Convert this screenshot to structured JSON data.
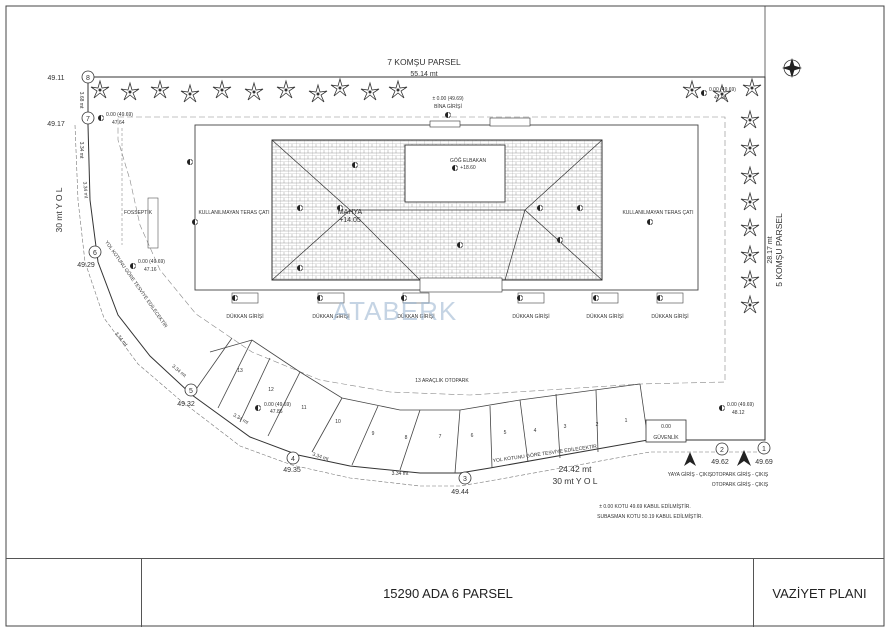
{
  "neighbors": {
    "north_label": "7 KOMŞU PARSEL",
    "north_length": "55.14 mt",
    "east_label": "5 KOMŞU PARSEL",
    "east_length": "28.17 mt"
  },
  "roads": {
    "west_label": "30 mt Y O L",
    "south_label": "30 mt Y O L",
    "south_length": "24.42 mt",
    "road_note_south": "YOL KOTUNU GÖRE TESVİYE EDİLECEKTİR",
    "road_note_west": "YOL KOTUNU GÖRE TESVİYE EDİLECEKTİR"
  },
  "corners": [
    {
      "id": "1",
      "elev": "49.69"
    },
    {
      "id": "2",
      "elev": "49.62"
    },
    {
      "id": "3",
      "elev": "49.44"
    },
    {
      "id": "4",
      "elev": "49.35"
    },
    {
      "id": "5",
      "elev": "49.32"
    },
    {
      "id": "6",
      "elev": "49.29"
    },
    {
      "id": "7",
      "elev": "49.17"
    },
    {
      "id": "8",
      "elev": "49.11"
    }
  ],
  "segment_lengths": {
    "s78": "3.68 mt",
    "s76_a": "3.34 mt",
    "s76_b": "3.34 mt",
    "s65": "3.34 mt",
    "s54": "3.34 mt",
    "s43_a": "3.34 mt",
    "s43_b": "3.34 mt",
    "s43_c": "3.34 mt"
  },
  "building": {
    "roof_label": "MAHYA",
    "roof_elev": "+14.05",
    "void_label": "GÖĞ ELBAKAN",
    "void_elev": "+18.60",
    "terrace_left": "KULLANILMAYAN TERAS ÇATI",
    "terrace_right": "KULLANILMAYAN TERAS ÇATI",
    "entrance_label": "BİNA GİRİŞİ",
    "entrance_elev": "± 0.00 (49.69)",
    "shop_label": "DÜKKAN GİRİŞİ",
    "septic_label": "FOSSEPTİK"
  },
  "levels": {
    "nw": "0.00 (49.69)",
    "nw_sub": "47.64",
    "ne": "0.00 (49.69)",
    "ne_sub": "47.96",
    "w": "0.00 (49.69)",
    "w_sub": "47.16",
    "sw": "0.00 (49.69)",
    "sw_sub": "47.86",
    "se": "0.00 (49.69)",
    "se_sub": "48.12"
  },
  "parking": {
    "numbers": [
      "1",
      "2",
      "3",
      "4",
      "5",
      "6",
      "7",
      "8",
      "9",
      "10",
      "11",
      "12",
      "13"
    ],
    "note": "13 ARAÇLIK OTOPARK",
    "guard": "GÜVENLİK",
    "guard_elev": "0.00",
    "pedestrian": "YAYA GİRİŞ - ÇIKIŞ",
    "car_entry": "OTOPARK GİRİŞ - ÇIKIŞ",
    "car_entry_sub": "OTOPARK GİRİŞ - ÇIKIŞ"
  },
  "notes": {
    "line1": "± 0.00 KOTU 49.69 KABUL EDİLMİŞTİR.",
    "line2": "SUBASMAN KOTU 50.19 KABUL EDİLMİŞTİR."
  },
  "watermark": "ATABERK",
  "title_block": {
    "project": "15290 ADA 6 PARSEL",
    "sheet": "VAZİYET PLANI"
  }
}
